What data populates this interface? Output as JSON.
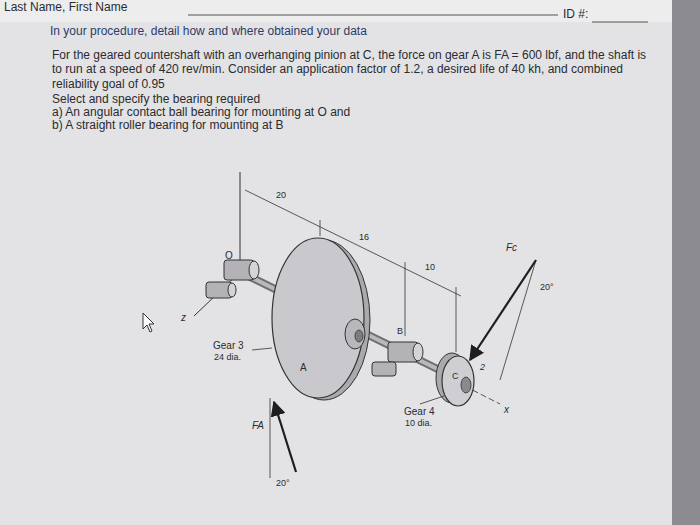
{
  "diagram": {
    "labels": [
      "Last Name, First Name",
      "ID #:",
      "In your procedure, detail how and where obtained your data",
      "For the geared countershaft with an overhanging pinion at C, the force on gear A is FA = 600 lbf, and the shaft is to run at a speed of 420 rev/min. Consider an application factor of 1.2, a desired life of 40 kh, and combined reliability goal of 0.95",
      "Select and specify the bearing required",
      "a) An angular contact ball bearing for mounting at O and",
      "b) A straight roller bearing for mounting at B",
      "20",
      "16",
      "10",
      "Fc",
      "20°",
      "O",
      "z",
      "Gear 3",
      "24 dia.",
      "A",
      "B",
      "C",
      "2",
      "x",
      "Gear 4",
      "10 dia.",
      "FA",
      "20°"
    ]
  }
}
